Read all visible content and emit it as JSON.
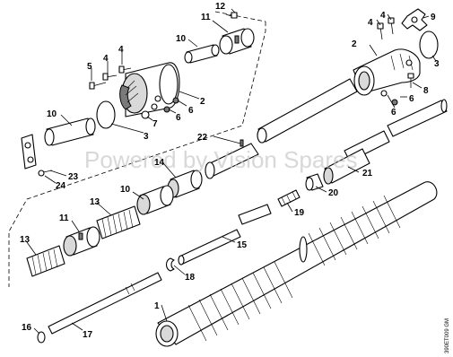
{
  "watermark": "Powered by Vision Spares",
  "figure_code": "390ET009 GM",
  "callouts": [
    {
      "id": "c1",
      "label": "1"
    },
    {
      "id": "c2a",
      "label": "2"
    },
    {
      "id": "c2b",
      "label": "2"
    },
    {
      "id": "c3a",
      "label": "3"
    },
    {
      "id": "c3b",
      "label": "3"
    },
    {
      "id": "c4a",
      "label": "4"
    },
    {
      "id": "c4b",
      "label": "4"
    },
    {
      "id": "c4c",
      "label": "4"
    },
    {
      "id": "c5",
      "label": "5"
    },
    {
      "id": "c6a",
      "label": "6"
    },
    {
      "id": "c6b",
      "label": "6"
    },
    {
      "id": "c6c",
      "label": "6"
    },
    {
      "id": "c7",
      "label": "7"
    },
    {
      "id": "c8",
      "label": "8"
    },
    {
      "id": "c9",
      "label": "9"
    },
    {
      "id": "c10a",
      "label": "10"
    },
    {
      "id": "c10b",
      "label": "10"
    },
    {
      "id": "c11a",
      "label": "11"
    },
    {
      "id": "c11b",
      "label": "11"
    },
    {
      "id": "c12",
      "label": "12"
    },
    {
      "id": "c13a",
      "label": "13"
    },
    {
      "id": "c13b",
      "label": "13"
    },
    {
      "id": "c14",
      "label": "14"
    },
    {
      "id": "c15",
      "label": "15"
    },
    {
      "id": "c16",
      "label": "16"
    },
    {
      "id": "c17",
      "label": "17"
    },
    {
      "id": "c18",
      "label": "18"
    },
    {
      "id": "c19",
      "label": "19"
    },
    {
      "id": "c20",
      "label": "20"
    },
    {
      "id": "c21",
      "label": "21"
    },
    {
      "id": "c22",
      "label": "22"
    },
    {
      "id": "c23",
      "label": "23"
    },
    {
      "id": "c24",
      "label": "24"
    }
  ]
}
